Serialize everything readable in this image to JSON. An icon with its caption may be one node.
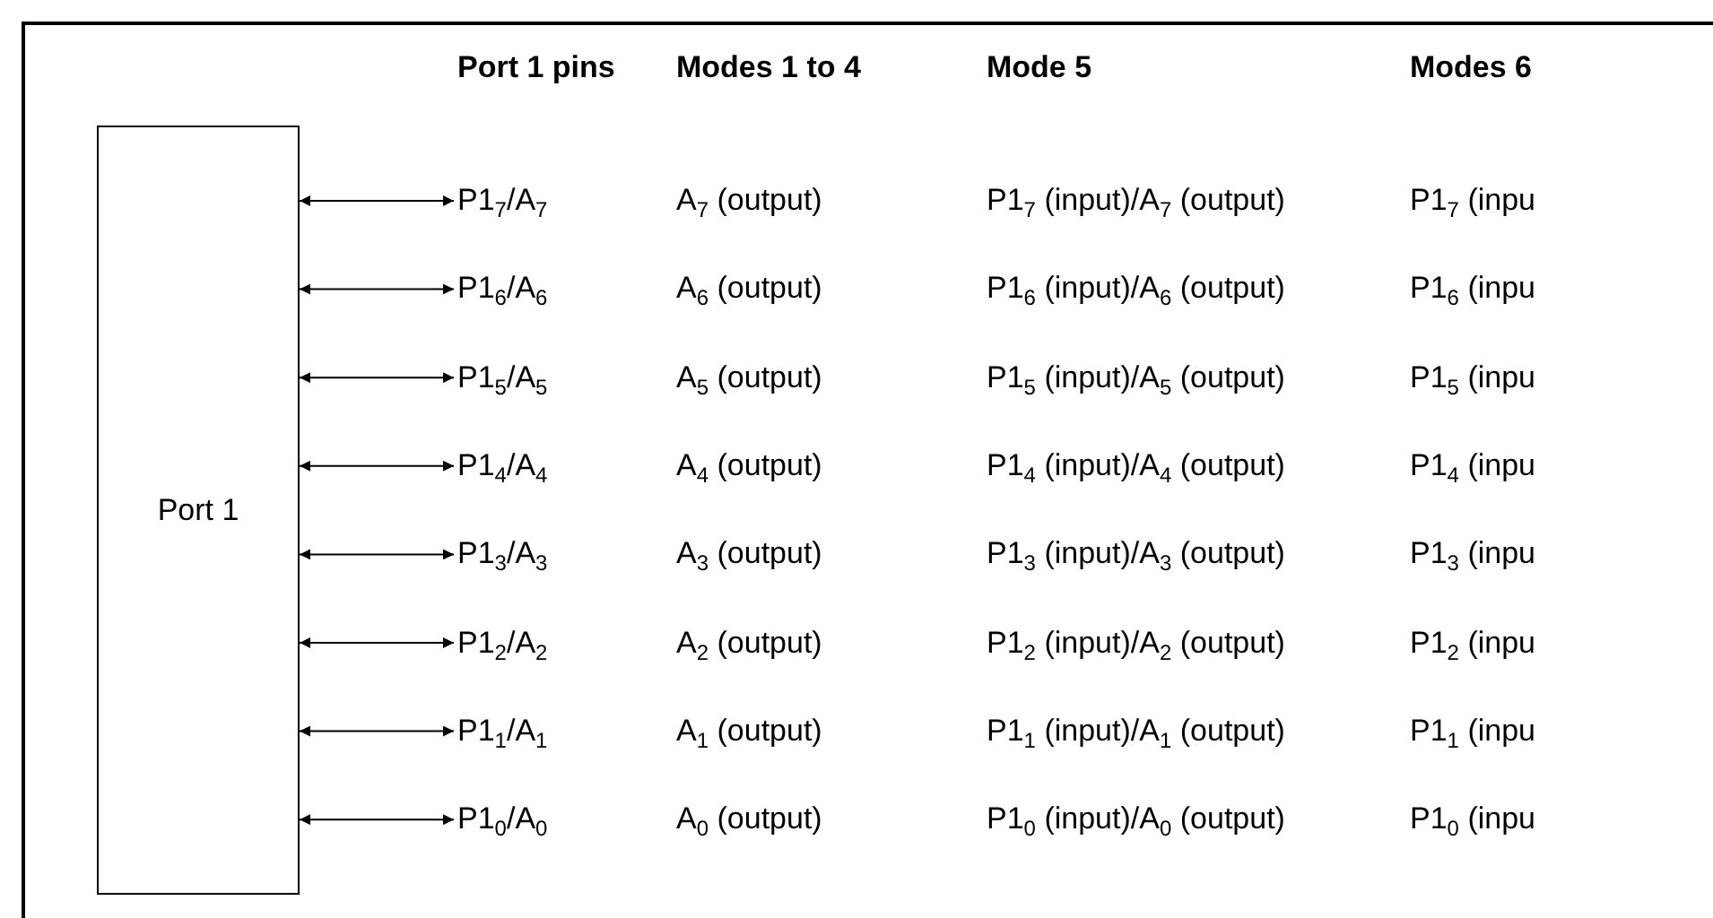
{
  "diagram": {
    "nodes": [
      {
        "text": [
          "Port 1"
        ]
      },
      {
        "text": [
          "P1$_{7}$/A$_{7}$"
        ]
      },
      {
        "text": [
          "P1$_{6}$/A$_{6}$"
        ]
      },
      {
        "text": [
          "P1$_{5}$/A$_{5}$"
        ]
      },
      {
        "text": [
          "P1$_{4}$/A$_{4}$"
        ]
      },
      {
        "text": [
          "P1$_{3}$/A$_{3}$"
        ]
      },
      {
        "text": [
          "P1$_{2}$/A$_{2}$"
        ]
      },
      {
        "text": [
          "P1$_{1}$/A$_{1}$"
        ]
      },
      {
        "text": [
          "P1$_{0}$/A$_{0}$"
        ]
      }
    ],
    "edges": [
      {
        "from": 0,
        "to": 1,
        "arrow": "both"
      },
      {
        "from": 0,
        "to": 2,
        "arrow": "both"
      },
      {
        "from": 0,
        "to": 3,
        "arrow": "both"
      },
      {
        "from": 0,
        "to": 4,
        "arrow": "both"
      },
      {
        "from": 0,
        "to": 5,
        "arrow": "both"
      },
      {
        "from": 0,
        "to": 6,
        "arrow": "both"
      },
      {
        "from": 0,
        "to": 7,
        "arrow": "both"
      },
      {
        "from": 0,
        "to": 8,
        "arrow": "both"
      }
    ],
    "labels": [
      "Port 1 pins",
      "Modes 1 to 4",
      "Mode 5",
      "Modes 6",
      "A$_{7}$ (output)",
      "P1$_{7}$ (input)/A$_{7}$ (output)",
      "P1$_{7}$ (inpu",
      "A$_{6}$ (output)",
      "P1$_{6}$ (input)/A$_{6}$ (output)",
      "P1$_{6}$ (inpu",
      "A$_{5}$ (output)",
      "P1$_{5}$ (input)/A$_{5}$ (output)",
      "P1$_{5}$ (inpu",
      "A$_{4}$ (output)",
      "P1$_{4}$ (input)/A$_{4}$ (output)",
      "P1$_{4}$ (inpu",
      "A$_{3}$ (output)",
      "P1$_{3}$ (input)/A$_{3}$ (output)",
      "P1$_{3}$ (inpu",
      "A$_{2}$ (output)",
      "P1$_{2}$ (input)/A$_{2}$ (output)",
      "P1$_{2}$ (inpu",
      "A$_{1}$ (output)",
      "P1$_{1}$ (input)/A$_{1}$ (output)",
      "P1$_{1}$ (inpu",
      "A$_{0}$ (output)",
      "P1$_{0}$ (input)/A$_{0}$ (output)",
      "P1$_{0}$ (inpu"
    ]
  }
}
